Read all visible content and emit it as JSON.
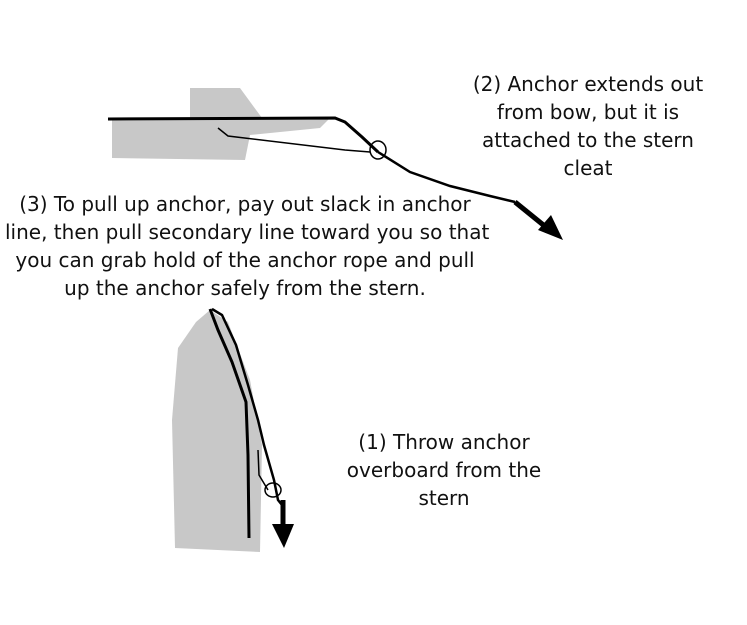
{
  "colors": {
    "boat_fill": "#c8c8c8",
    "line": "#000000",
    "text": "#111111"
  },
  "labels": {
    "step2": [
      "(2) Anchor extends out",
      "from bow, but it is",
      "attached to the stern",
      "cleat"
    ],
    "step3": [
      "(3) To pull up anchor, pay out slack in anchor",
      "line, then pull secondary line toward you so that",
      "you can grab hold of the anchor rope and pull",
      "up the anchor safely from the stern."
    ],
    "step1": [
      "(1) Throw anchor",
      "overboard from the",
      "stern"
    ]
  }
}
